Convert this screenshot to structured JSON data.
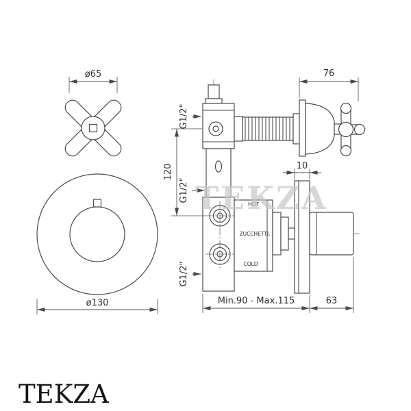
{
  "canvas": {
    "background": "#ffffff",
    "line_color": "#4a4a4a",
    "watermark_color": "#c9c9c9"
  },
  "watermark": {
    "text": "TEKZA"
  },
  "logo": {
    "text": "TEKZA"
  },
  "handle_top_view": {
    "diameter_label": "ø65"
  },
  "plate_front_view": {
    "diameter_label": "ø130"
  },
  "side_view": {
    "width_label": "76",
    "plate_offset_label": "10",
    "center_distance_label": "120",
    "connection_top_label": "G1/2\"",
    "connection_middle_label": "G1/2\"",
    "connection_bottom_label": "G1/2\"",
    "depth_range_label": "Min.90 - Max.115",
    "handle_depth_label": "63",
    "hot_label": "HOT",
    "cold_label": "COLD",
    "brand_label": "ZUCCHETTI."
  }
}
